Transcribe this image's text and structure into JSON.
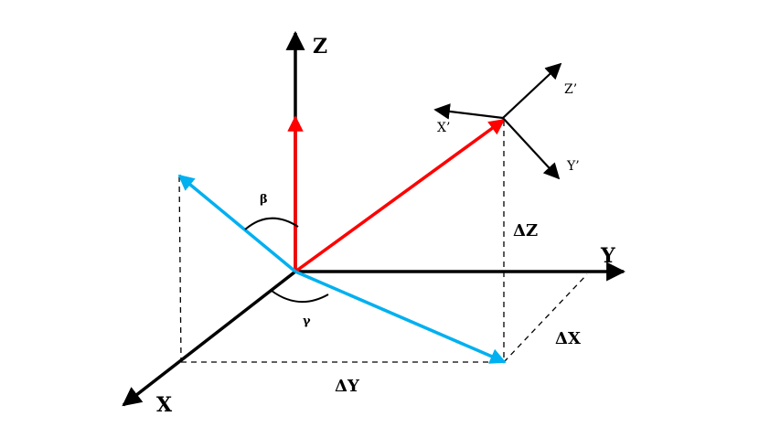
{
  "axes": {
    "z_label": "Z",
    "y_label": "Y",
    "x_label": "X"
  },
  "local_frame": {
    "x_label": "X’",
    "y_label": "Y’",
    "z_label": "Z’"
  },
  "angles": {
    "beta": "β",
    "gamma": "γ"
  },
  "deltas": {
    "dz": "ΔZ",
    "dx": "ΔX",
    "dy": "ΔY"
  },
  "colors": {
    "axis": "#000000",
    "red_vector": "#ff0000",
    "blue_vector": "#00b0f0"
  }
}
